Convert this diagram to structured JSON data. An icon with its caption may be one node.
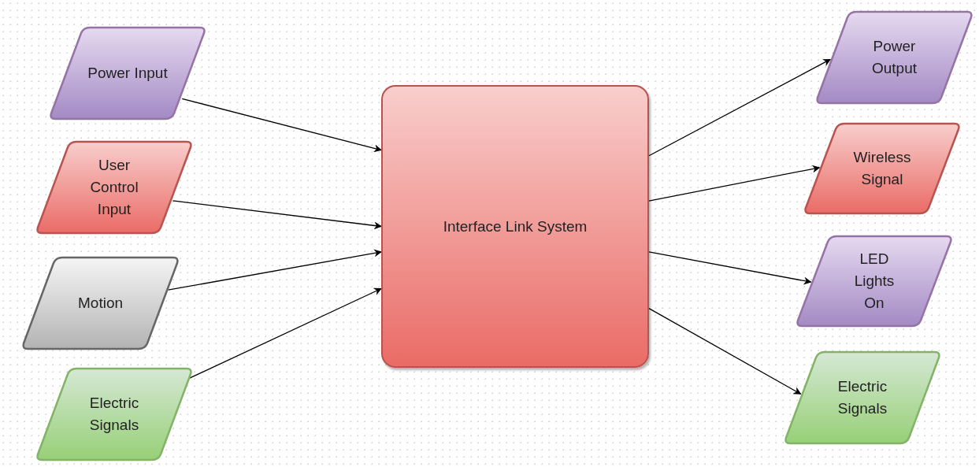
{
  "diagram": {
    "nodes": [
      {
        "text": [
          "Power Input"
        ]
      },
      {
        "text": [
          "User Control Input"
        ]
      },
      {
        "text": [
          "Motion"
        ]
      },
      {
        "text": [
          "Electric Signals"
        ]
      },
      {
        "text": [
          "Interface Link System"
        ]
      },
      {
        "text": [
          "Power Output"
        ]
      },
      {
        "text": [
          "Wireless Signal"
        ]
      },
      {
        "text": [
          "LED Lights On"
        ]
      },
      {
        "text": [
          "Electric Signals"
        ]
      }
    ],
    "edges": [
      {
        "from": 0,
        "to": 4,
        "arrow": "to"
      },
      {
        "from": 1,
        "to": 4,
        "arrow": "to"
      },
      {
        "from": 2,
        "to": 4,
        "arrow": "to"
      },
      {
        "from": 3,
        "to": 4,
        "arrow": "to"
      },
      {
        "from": 4,
        "to": 5,
        "arrow": "to"
      },
      {
        "from": 4,
        "to": 6,
        "arrow": "to"
      },
      {
        "from": 4,
        "to": 7,
        "arrow": "to"
      },
      {
        "from": 4,
        "to": 8,
        "arrow": "to"
      }
    ]
  }
}
